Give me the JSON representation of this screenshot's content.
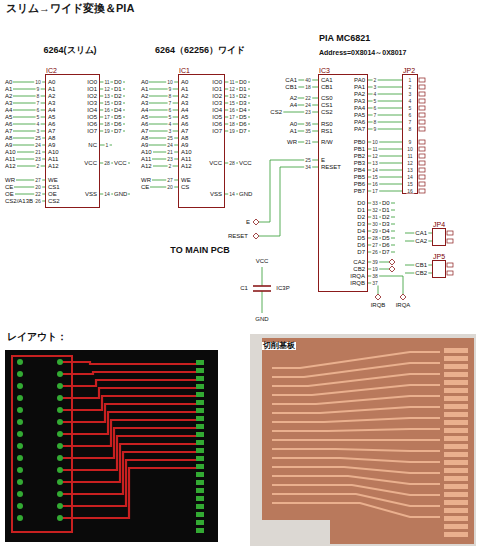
{
  "diagram": {
    "title": "スリム→ワイド変換＆PIA",
    "nodes": [
      {
        "text": [
          "IC2"
        ]
      },
      {
        "text": [
          "IC1"
        ]
      },
      {
        "text": [
          "IC3"
        ]
      },
      {
        "text": [
          "JP2"
        ]
      },
      {
        "text": [
          "JP4"
        ]
      },
      {
        "text": [
          "JP5"
        ]
      }
    ],
    "edges": [
      {
        "from": 2,
        "to": 3,
        "arrow": "none"
      },
      {
        "from": 2,
        "to": 3,
        "arrow": "none"
      }
    ],
    "labels": [
      "A0",
      "A1",
      "A2",
      "A3",
      "A4",
      "A5",
      "A6",
      "A7",
      "A8",
      "A9",
      "A10",
      "A11",
      "A12",
      "WR",
      "CE",
      "OE",
      "CS2/A13B",
      "10",
      "9",
      "8",
      "7",
      "6",
      "5",
      "4",
      "3",
      "25",
      "24",
      "21",
      "23",
      "2",
      "27",
      "20",
      "22",
      "26",
      "A0",
      "A1",
      "A2",
      "A3",
      "A4",
      "A5",
      "A6",
      "A7",
      "A8",
      "A9",
      "A10",
      "A11",
      "A12",
      "WE",
      "CS1",
      "OE",
      "CS2",
      "IO0",
      "IO1",
      "IO2",
      "IO3",
      "IO4",
      "IO5",
      "IO6",
      "IO7",
      "NC",
      "VCC",
      "VSS",
      "11",
      "12",
      "13",
      "15",
      "16",
      "17",
      "18",
      "19",
      "1",
      "28",
      "14",
      "D0",
      "D1",
      "D2",
      "D3",
      "D4",
      "D5",
      "D6",
      "D7",
      "VCC",
      "GND",
      "A0",
      "A1",
      "A2",
      "A3",
      "A4",
      "A5",
      "A6",
      "A7",
      "A8",
      "A9",
      "A10",
      "A11",
      "A12",
      "WR",
      "CE",
      "10",
      "9",
      "8",
      "7",
      "6",
      "5",
      "4",
      "3",
      "25",
      "24",
      "21",
      "23",
      "2",
      "27",
      "20",
      "A0",
      "A1",
      "A2",
      "A3",
      "A4",
      "A5",
      "A6",
      "A7",
      "A8",
      "A9",
      "A10",
      "A11",
      "A12",
      "WE",
      "CS",
      "IO0",
      "IO1",
      "IO2",
      "IO3",
      "IO4",
      "IO5",
      "IO6",
      "IO7",
      "VCC",
      "VSS",
      "11",
      "12",
      "13",
      "15",
      "16",
      "17",
      "18",
      "19",
      "28",
      "14",
      "D0",
      "D1",
      "D2",
      "D3",
      "D4",
      "D5",
      "D6",
      "D7",
      "VCC",
      "GND",
      "CA1",
      "CB1",
      "A2",
      "A4",
      "CS2",
      "A0",
      "A1",
      "WR",
      "40",
      "18",
      "22",
      "24",
      "23",
      "36",
      "35",
      "21",
      "25",
      "34",
      "CA1",
      "CB1",
      "CS0",
      "CS1",
      "CS2",
      "RS0",
      "RS1",
      "R/W",
      "E",
      "RESET",
      "PA0",
      "PA1",
      "PA2",
      "PA3",
      "PA4",
      "PA5",
      "PA6",
      "PA7",
      "PB0",
      "PB1",
      "PB2",
      "PB3",
      "PB4",
      "PB5",
      "PB6",
      "PB7",
      "D0",
      "D1",
      "D2",
      "D3",
      "D4",
      "D5",
      "D6",
      "D7",
      "CA2",
      "CB2",
      "IRQA",
      "IRQB",
      "2",
      "3",
      "4",
      "5",
      "6",
      "7",
      "8",
      "9",
      "10",
      "11",
      "12",
      "13",
      "14",
      "15",
      "16",
      "17",
      "33",
      "32",
      "31",
      "30",
      "29",
      "28",
      "27",
      "26",
      "39",
      "19",
      "38",
      "37",
      "D0",
      "D1",
      "D2",
      "D3",
      "D4",
      "D5",
      "D6",
      "D7",
      "1",
      "2",
      "3",
      "4",
      "5",
      "6",
      "7",
      "8",
      "9",
      "10",
      "11",
      "12",
      "13",
      "14",
      "15",
      "16",
      "CA1",
      "CA2",
      "CB1",
      "CB2",
      "IRQB",
      "IRQA",
      "E",
      "RESET",
      "VCC",
      "C1",
      "IC3P",
      "GND",
      "6264(スリム)",
      "6264（62256）ワイド",
      "PIA MC6821",
      "Address=0X8014～0X8017",
      "TO MAIN PCB",
      "レイアウト：",
      "切削基板"
    ]
  }
}
